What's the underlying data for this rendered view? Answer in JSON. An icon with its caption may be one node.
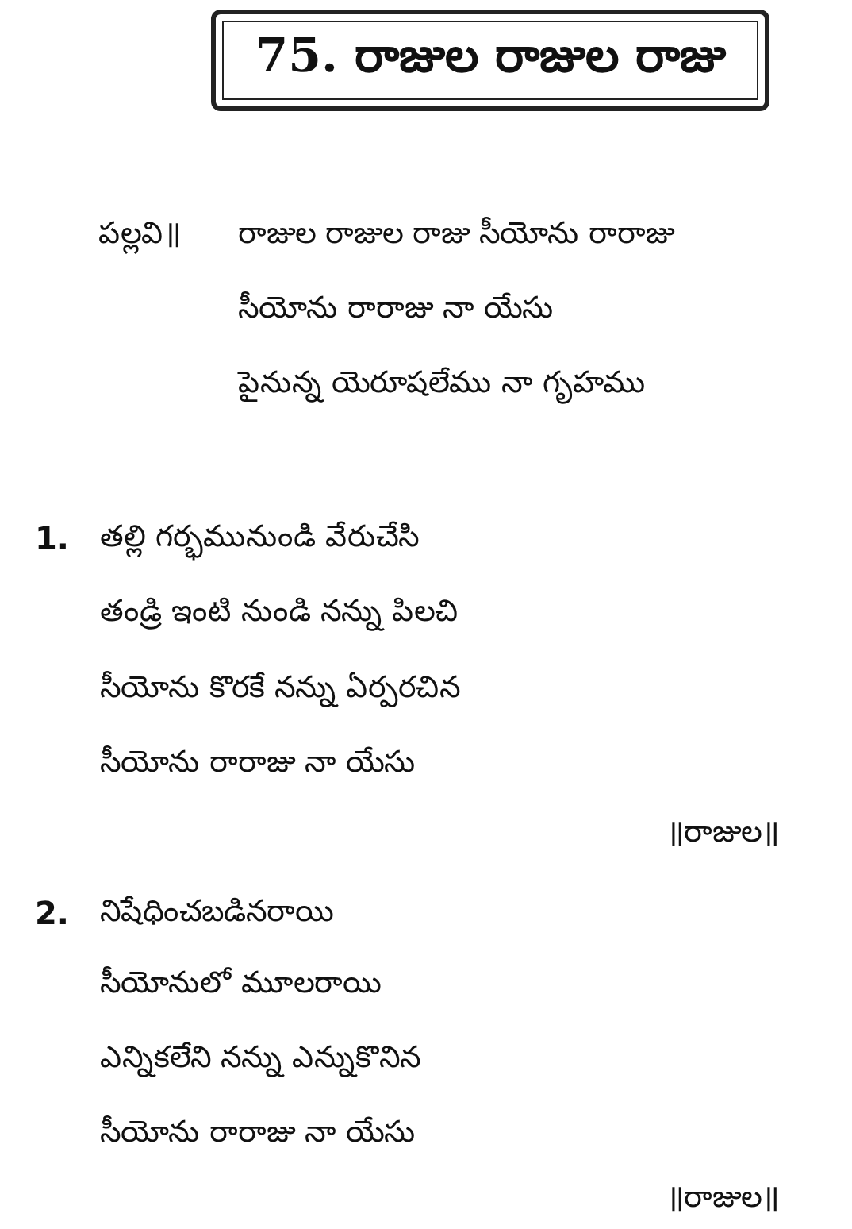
{
  "diagram": {
    "title": "75. రాజుల రాజుల రాజు",
    "labels": [
      "పల్లవి॥",
      "రాజుల రాజుల రాజు సీయోను రారాజు",
      "సీయోను రారాజు నా యేసు",
      "పైనున్న యెరూషలేము  నా గృహము",
      "1.",
      "తల్లి గర్భమునుండి వేరుచేసి",
      "తండ్రి ఇంటి నుండి నన్ను పిలచి",
      "సీయోను కొరకే నన్ను ఏర్పరచిన",
      "సీయోను రారాజు నా యేసు",
      "॥రాజుల॥",
      "2.",
      "నిషేధించబడినరాయి",
      "సీయోనులో మూలరాయి",
      "ఎన్నికలేని నన్ను ఎన్నుకొనిన",
      "సీయోను రారాజు నా యేసు",
      "॥రాజుల॥"
    ]
  }
}
